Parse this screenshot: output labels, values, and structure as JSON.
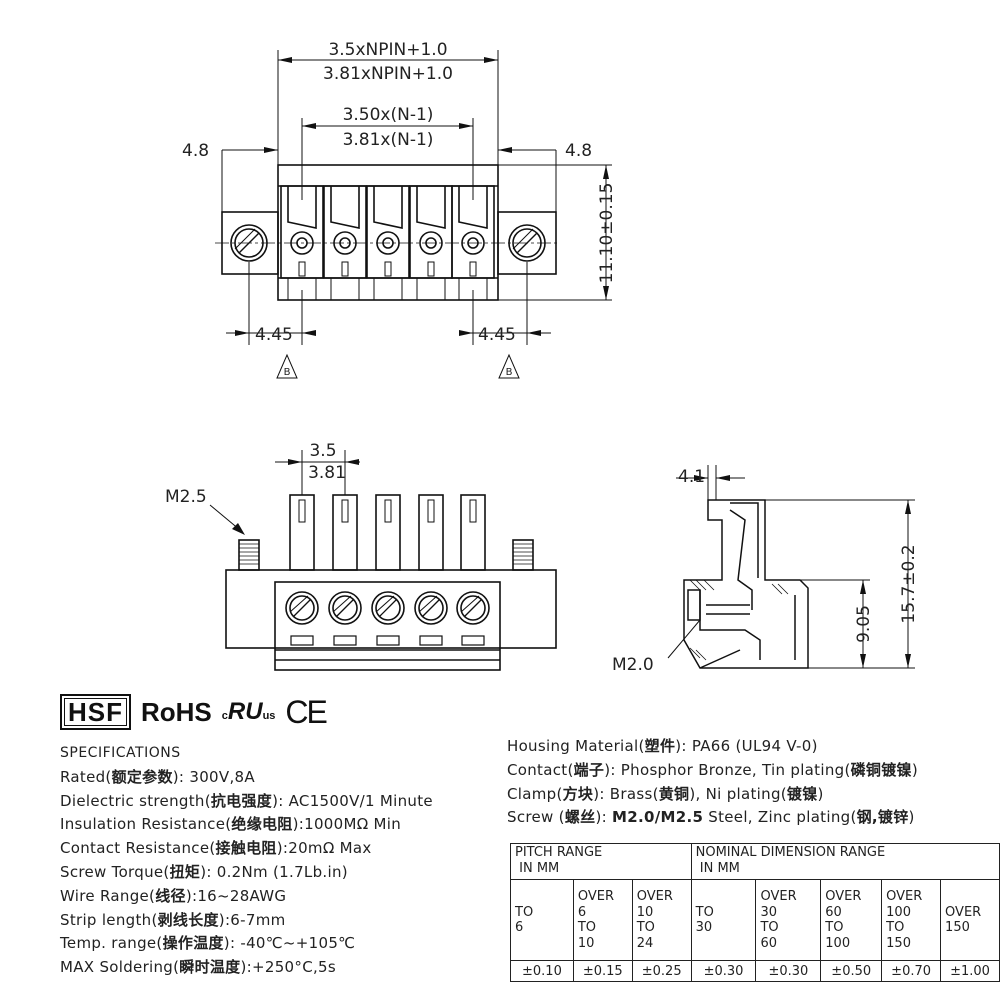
{
  "drawing": {
    "top_view": {
      "dim_total_a": "3.5xNPIN+1.0",
      "dim_total_b": "3.81xNPIN+1.0",
      "dim_pitch_a": "3.50x(N-1)",
      "dim_pitch_b": "3.81x(N-1)",
      "dim_left": "4.8",
      "dim_right": "4.8",
      "dim_height": "11.10±0.15",
      "dim_bottom_left": "4.45",
      "dim_bottom_right": "4.45",
      "datum": "B"
    },
    "front_view": {
      "pitch_a": "3.5",
      "pitch_b": "3.81",
      "screw_label": "M2.5"
    },
    "side_view": {
      "dim_top": "4.1",
      "dim_height": "15.7±0.2",
      "dim_mid": "9.05",
      "screw_label": "M2.0"
    }
  },
  "logos": {
    "hsf": "HSF",
    "rohs": "RoHS",
    "ul_mark": "c",
    "ul_text": "RU",
    "ul_suffix": "us",
    "ce": "CE"
  },
  "specs": {
    "heading": "SPECIFICATIONS",
    "lines": [
      {
        "label": "Rated(",
        "cn": "额定参数",
        "value": "): 300V,8A"
      },
      {
        "label": "Dielectric strength(",
        "cn": "抗电强度",
        "value": "): AC1500V/1 Minute"
      },
      {
        "label": "Insulation Resistance(",
        "cn": "绝缘电阻",
        "value": "):1000MΩ Min"
      },
      {
        "label": "Contact Resistance(",
        "cn": "接触电阻",
        "value": "):20mΩ Max"
      },
      {
        "label": "Screw Torque(",
        "cn": "扭矩",
        "value": "): 0.2Nm (1.7Lb.in)"
      },
      {
        "label": "Wire Range(",
        "cn": "线径",
        "value": "):16~28AWG"
      },
      {
        "label": "Strip length(",
        "cn": "剥线长度",
        "value": "):6-7mm"
      },
      {
        "label": "Temp. range(",
        "cn": "操作温度",
        "value": "): -40℃~+105℃"
      },
      {
        "label": "MAX Soldering(",
        "cn": "瞬时温度",
        "value": "):+250°C,5s"
      }
    ]
  },
  "materials": {
    "lines": [
      {
        "label": "Housing Material(",
        "cn": "塑件",
        "value": "): PA66 (UL94 V-0)"
      },
      {
        "label": "Contact(",
        "cn": "端子",
        "value": "): Phosphor Bronze, Tin plating(",
        "cn2": "磷铜镀镍",
        "end": ")"
      },
      {
        "label": "Clamp(",
        "cn": "方块",
        "value": "): Brass(",
        "cn2": "黄铜",
        "end": "), Ni plating(",
        "cn3": "镀镍",
        "end2": ")"
      },
      {
        "label": "Screw (",
        "cn": "螺丝",
        "value": "): ",
        "bold_val": "M2.0/M2.5",
        "tail": " Steel, Zinc plating(",
        "cn2": "钢,镀锌",
        "end": ")"
      }
    ]
  },
  "tolerance_table": {
    "pitch_header": "PITCH RANGE\n IN MM",
    "nominal_header": "NOMINAL DIMENSION RANGE\n IN MM",
    "pitch_ranges": [
      "TO\n6",
      "OVER\n6\nTO\n10",
      "OVER\n10\nTO\n24"
    ],
    "nominal_ranges": [
      "TO\n30",
      "OVER\n30\nTO\n60",
      "OVER\n60\nTO\n100",
      "OVER\n100\nTO\n150",
      "OVER\n150"
    ],
    "pitch_tols": [
      "±0.10",
      "±0.15",
      "±0.25"
    ],
    "nominal_tols": [
      "±0.30",
      "±0.30",
      "±0.50",
      "±0.70",
      "±1.00"
    ]
  }
}
